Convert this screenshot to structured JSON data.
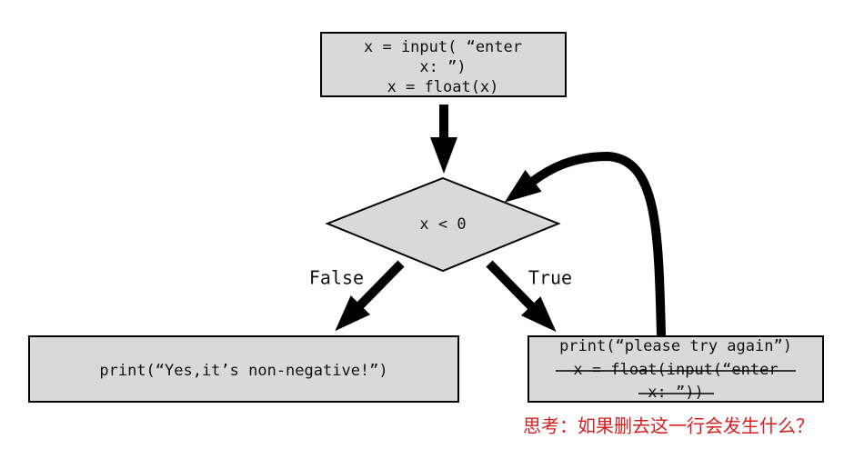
{
  "nodes": {
    "input_box": {
      "lines": [
        "x = input( “enter",
        "x: ”)",
        "x = float(x)"
      ]
    },
    "decision": {
      "label": "x < 0"
    },
    "false_box": {
      "label": "print(“Yes,it’s non-negative!”)"
    },
    "true_box": {
      "line1": "print(“please try again”)",
      "line2": "x = float(input(“enter",
      "line3": "x: ”))"
    }
  },
  "edges": {
    "false_label": "False",
    "true_label": "True"
  },
  "question": "思考：如果删去这一行会发生什么？",
  "colors": {
    "box_fill": "#d9d9d9",
    "stroke": "#000000",
    "question": "#d42020"
  }
}
